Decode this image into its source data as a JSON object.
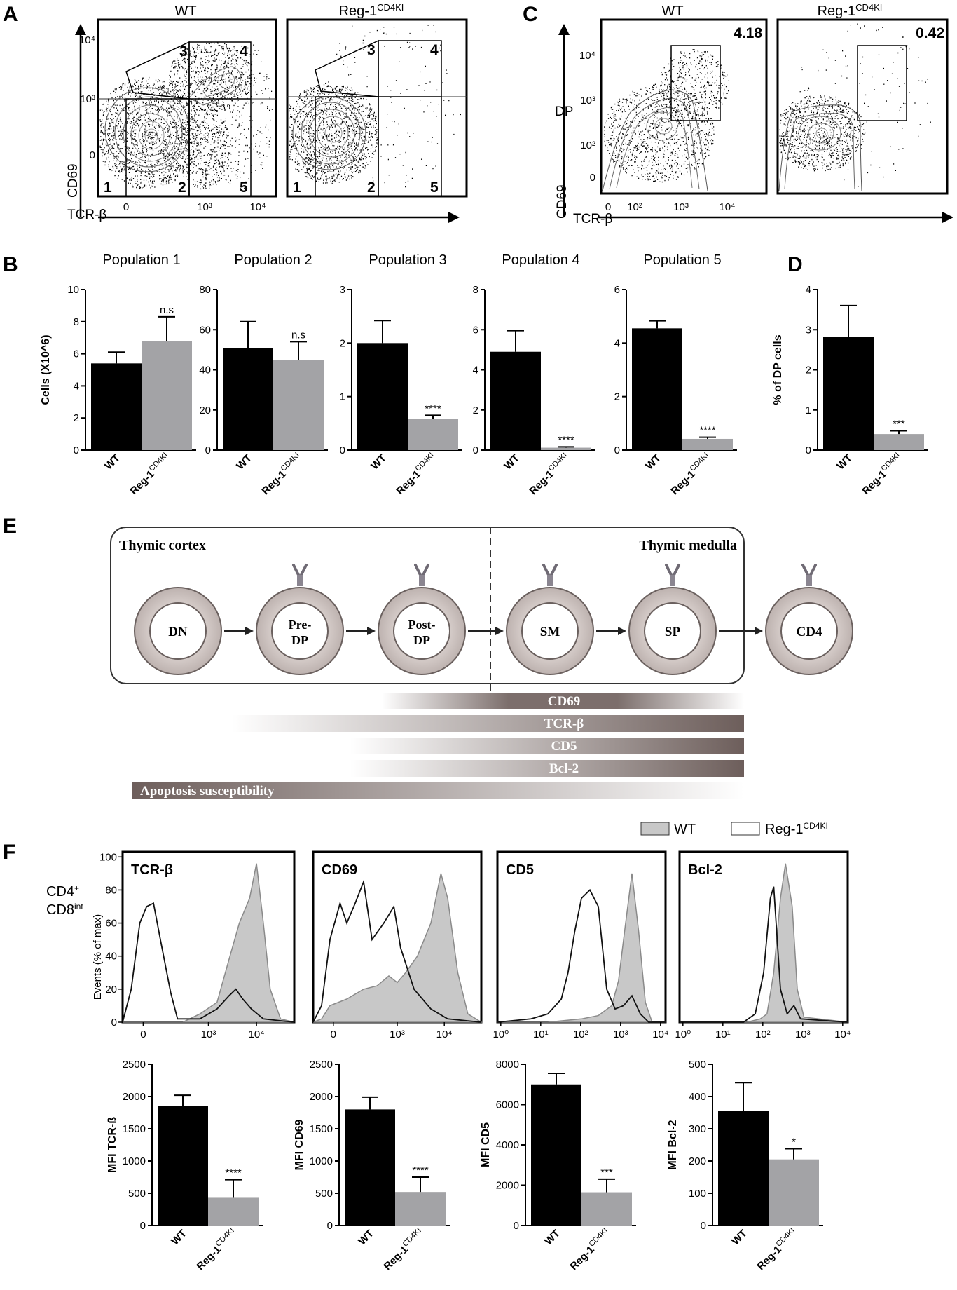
{
  "panel_letters": {
    "A": "A",
    "B": "B",
    "C": "C",
    "D": "D",
    "E": "E",
    "F": "F"
  },
  "flow_A": {
    "wt_title": "WT",
    "ko_title_main": "Reg-1",
    "ko_title_sup": "CD4KI",
    "ylabel": "CD69",
    "xlabel": "TCR-β",
    "yticks": [
      "10⁴",
      "10³",
      "0"
    ],
    "xticks": [
      "0",
      "10³",
      "10⁴"
    ],
    "gate_numbers": [
      "1",
      "2",
      "3",
      "4",
      "5"
    ]
  },
  "flow_C": {
    "wt_title": "WT",
    "ko_title_main": "Reg-1",
    "ko_title_sup": "CD4KI",
    "gate_label": "DP",
    "ylabel": "CD69",
    "xlabel": "TCR-β",
    "yticks": [
      "10⁴",
      "10³",
      "10²",
      "0"
    ],
    "xticks": [
      "0",
      "10²",
      "10³",
      "10⁴"
    ],
    "wt_percent": "4.18",
    "ko_percent": "0.42"
  },
  "chart_data": [
    {
      "type": "bar",
      "title": "Population 1",
      "ylabel": "Cells (X10^6)",
      "categories": [
        "WT",
        "Reg-1 CD4KI"
      ],
      "values": [
        5.4,
        6.8
      ],
      "errors": [
        0.7,
        1.5
      ],
      "ylim": [
        0,
        10
      ],
      "yticks": [
        "0",
        "2",
        "4",
        "6",
        "8",
        "10"
      ],
      "significance": "n.s"
    },
    {
      "type": "bar",
      "title": "Population 2",
      "ylabel": "",
      "categories": [
        "WT",
        "Reg-1 CD4KI"
      ],
      "values": [
        51,
        45
      ],
      "errors": [
        13,
        9
      ],
      "ylim": [
        0,
        80
      ],
      "yticks": [
        "0",
        "20",
        "40",
        "60",
        "80"
      ],
      "significance": "n.s"
    },
    {
      "type": "bar",
      "title": "Population 3",
      "ylabel": "",
      "categories": [
        "WT",
        "Reg-1 CD4KI"
      ],
      "values": [
        2.0,
        0.58
      ],
      "errors": [
        0.42,
        0.07
      ],
      "ylim": [
        0,
        3
      ],
      "yticks": [
        "0",
        "1",
        "2",
        "3"
      ],
      "significance": "****"
    },
    {
      "type": "bar",
      "title": "Population 4",
      "ylabel": "",
      "categories": [
        "WT",
        "Reg-1 CD4KI"
      ],
      "values": [
        4.9,
        0.12
      ],
      "errors": [
        1.05,
        0.04
      ],
      "ylim": [
        0,
        8
      ],
      "yticks": [
        "0",
        "2",
        "4",
        "6",
        "8"
      ],
      "significance": "****"
    },
    {
      "type": "bar",
      "title": "Population 5",
      "ylabel": "",
      "categories": [
        "WT",
        "Reg-1 CD4KI"
      ],
      "values": [
        4.55,
        0.42
      ],
      "errors": [
        0.28,
        0.06
      ],
      "ylim": [
        0,
        6
      ],
      "yticks": [
        "0",
        "2",
        "4",
        "6"
      ],
      "significance": "****"
    },
    {
      "type": "bar",
      "title": "",
      "ylabel": "% of DP cells",
      "categories": [
        "WT",
        "Reg-1 CD4KI"
      ],
      "values": [
        2.82,
        0.4
      ],
      "errors": [
        0.78,
        0.08
      ],
      "ylim": [
        0,
        4
      ],
      "yticks": [
        "0",
        "1",
        "2",
        "3",
        "4"
      ],
      "significance": "***"
    },
    {
      "type": "bar",
      "title": "",
      "ylabel": "MFI TCR-ß",
      "categories": [
        "WT",
        "Reg-1 CD4KI"
      ],
      "values": [
        1850,
        430
      ],
      "errors": [
        170,
        280
      ],
      "ylim": [
        0,
        2500
      ],
      "yticks": [
        "0",
        "500",
        "1000",
        "1500",
        "2000",
        "2500"
      ],
      "significance": "****"
    },
    {
      "type": "bar",
      "title": "",
      "ylabel": "MFI CD69",
      "categories": [
        "WT",
        "Reg-1 CD4KI"
      ],
      "values": [
        1800,
        520
      ],
      "errors": [
        190,
        230
      ],
      "ylim": [
        0,
        2500
      ],
      "yticks": [
        "0",
        "500",
        "1000",
        "1500",
        "2000",
        "2500"
      ],
      "significance": "****"
    },
    {
      "type": "bar",
      "title": "",
      "ylabel": "MFI CD5",
      "categories": [
        "WT",
        "Reg-1 CD4KI"
      ],
      "values": [
        7000,
        1650
      ],
      "errors": [
        550,
        650
      ],
      "ylim": [
        0,
        8000
      ],
      "yticks": [
        "0",
        "2000",
        "4000",
        "6000",
        "8000"
      ],
      "significance": "***"
    },
    {
      "type": "bar",
      "title": "",
      "ylabel": "MFI Bcl-2",
      "categories": [
        "WT",
        "Reg-1 CD4KI"
      ],
      "values": [
        355,
        205
      ],
      "errors": [
        88,
        33
      ],
      "ylim": [
        0,
        500
      ],
      "yticks": [
        "0",
        "100",
        "200",
        "300",
        "400",
        "500"
      ],
      "significance": "*"
    }
  ],
  "bar_category_labels": {
    "wt": "WT",
    "ko_main": "Reg-1",
    "ko_sup": "CD4KI"
  },
  "diagram_E": {
    "cortex_label": "Thymic cortex",
    "medulla_label": "Thymic medulla",
    "cells": [
      {
        "line1": "DN",
        "line2": ""
      },
      {
        "line1": "Pre-",
        "line2": "DP"
      },
      {
        "line1": "Post-",
        "line2": "DP"
      },
      {
        "line1": "SM",
        "line2": ""
      },
      {
        "line1": "SP",
        "line2": ""
      },
      {
        "line1": "CD4",
        "line2": ""
      }
    ],
    "markers": [
      "CD69",
      "TCR-β",
      "CD5",
      "Bcl-2",
      "Apoptosis susceptibility"
    ]
  },
  "histograms_F": {
    "legend_wt": "WT",
    "legend_ko_main": "Reg-1",
    "legend_ko_sup": "CD4KI",
    "row_label_1_main": "CD4",
    "row_label_1_sup": "+",
    "row_label_2_main": "CD8",
    "row_label_2_sup": "int",
    "ylabel": "Events (% of max)",
    "yticks": [
      "0",
      "20",
      "40",
      "60",
      "80",
      "100"
    ],
    "panels": [
      {
        "title": "TCR-β",
        "xticks": [
          "0",
          "10³",
          "10⁴"
        ]
      },
      {
        "title": "CD69",
        "xticks": [
          "0",
          "10³",
          "10⁴"
        ]
      },
      {
        "title": "CD5",
        "xticks": [
          "10⁰",
          "10¹",
          "10²",
          "10³",
          "10⁴"
        ]
      },
      {
        "title": "Bcl-2",
        "xticks": [
          "10⁰",
          "10¹",
          "10²",
          "10³",
          "10⁴"
        ]
      }
    ]
  }
}
